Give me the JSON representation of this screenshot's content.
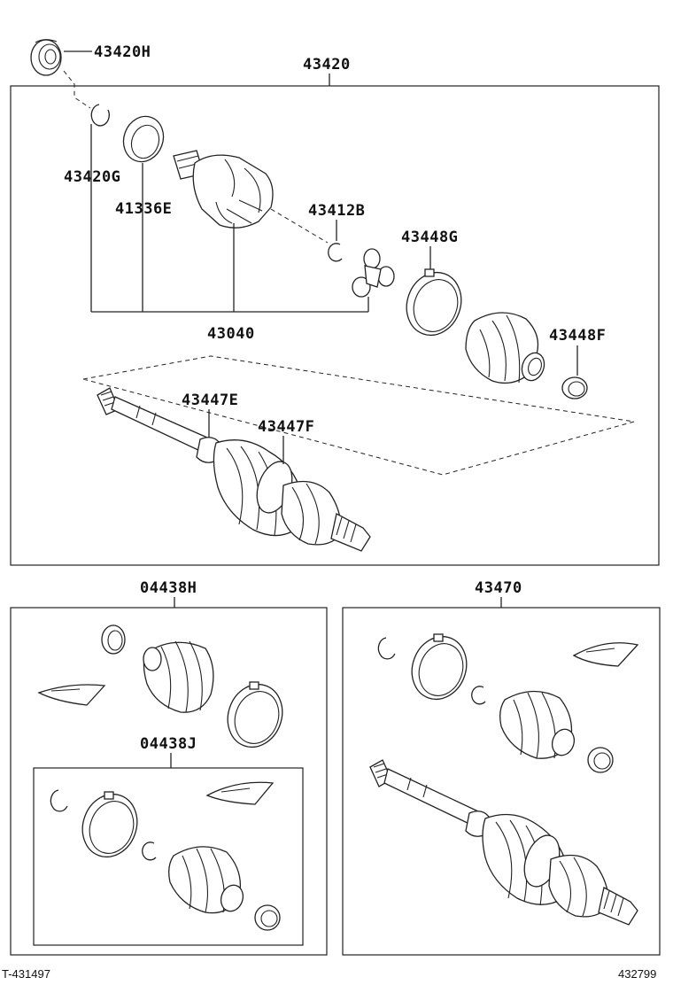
{
  "labels": {
    "p43420H": "43420H",
    "p43420": "43420",
    "p43420G": "43420G",
    "p41336E": "41336E",
    "p43412B": "43412B",
    "p43448G": "43448G",
    "p43040": "43040",
    "p43448F": "43448F",
    "p43447E": "43447E",
    "p43447F": "43447F",
    "p04438H": "04438H",
    "p43470": "43470",
    "p04438J": "04438J"
  },
  "footer": {
    "left": "T-431497",
    "right": "432799"
  },
  "colors": {
    "line": "#222222",
    "background": "#ffffff"
  }
}
